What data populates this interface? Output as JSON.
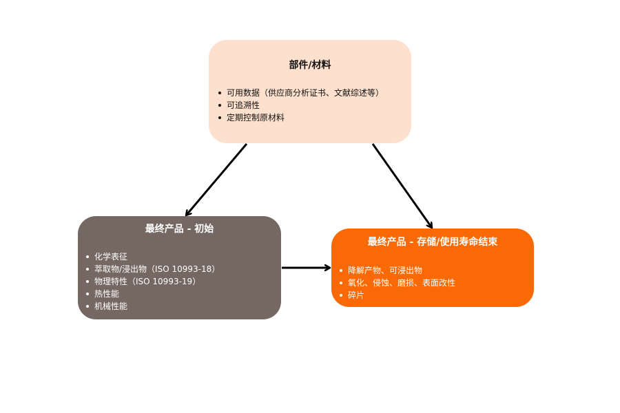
{
  "nodes": {
    "materials": {
      "title": "部件/材料",
      "items": [
        "可用数据（供应商分析证书、文献综述等）",
        "可追溯性",
        "定期控制原材料"
      ]
    },
    "initial": {
      "title": "最终产品 - 初始",
      "items": [
        "化学表征",
        "萃取物/浸出物（ISO 10993-18）",
        "物理特性（ISO 10993-19）",
        "热性能",
        "机械性能"
      ]
    },
    "storage": {
      "title": "最终产品 - 存储/使用寿命结束",
      "items": [
        "降解产物、可浸出物",
        "氧化、侵蚀、磨损、表面改性",
        "碎片"
      ]
    }
  },
  "colors": {
    "materials": "#fde0cd",
    "initial": "#756862",
    "storage": "#f96a06",
    "arrow": "#000000"
  },
  "edges": [
    {
      "from": "materials",
      "to": "initial"
    },
    {
      "from": "materials",
      "to": "storage"
    },
    {
      "from": "initial",
      "to": "storage"
    }
  ]
}
